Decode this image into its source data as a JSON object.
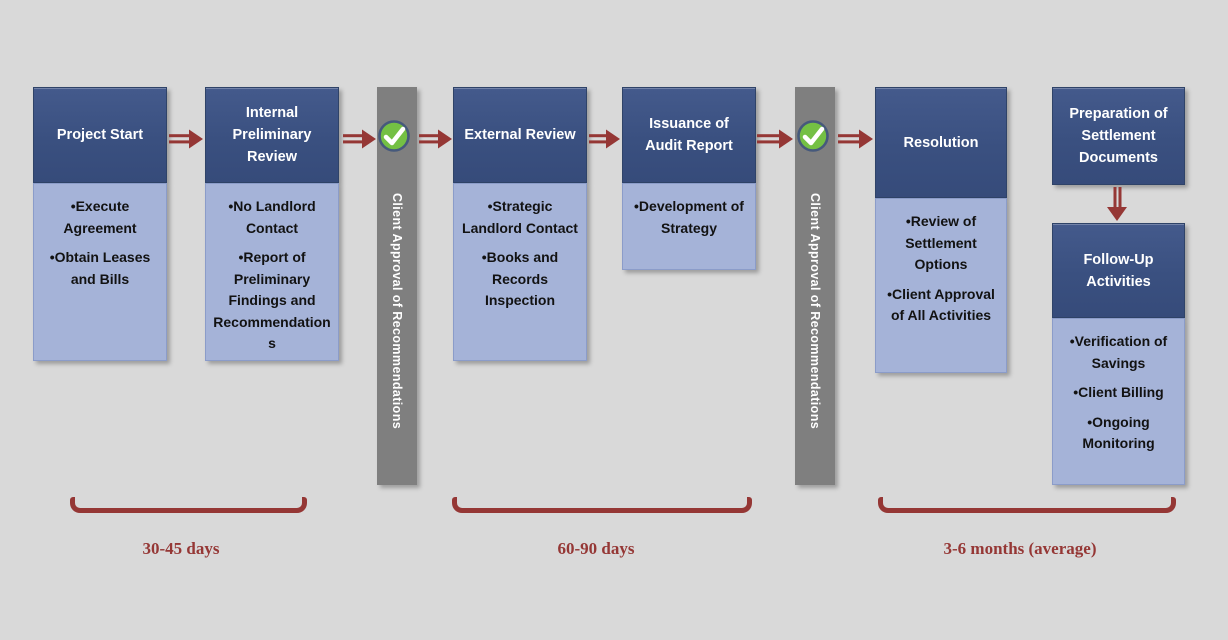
{
  "colors": {
    "background": "#d9d9d9",
    "header_blue": "#3a5080",
    "body_blue": "#a5b3d8",
    "gate_gray": "#7f7f7f",
    "accent_maroon": "#953735",
    "check_green": "#74c044",
    "check_ring": "#46597c"
  },
  "boxes": [
    {
      "title": "Project Start",
      "items": [
        "•Execute Agreement",
        "•Obtain Leases and Bills"
      ]
    },
    {
      "title": "Internal Preliminary Review",
      "items": [
        "•No Landlord Contact",
        "•Report of Preliminary Findings and Recommendations"
      ]
    },
    {
      "title": "External Review",
      "items": [
        "•Strategic Landlord Contact",
        "•Books and Records Inspection"
      ]
    },
    {
      "title": "Issuance of Audit Report",
      "items": [
        "•Development of Strategy"
      ]
    },
    {
      "title": "Resolution",
      "items": [
        "•Review of Settlement Options",
        "•Client Approval of All Activities"
      ]
    },
    {
      "title": "Preparation of Settlement Documents",
      "items": []
    },
    {
      "title": "Follow-Up Activities",
      "items": [
        "•Verification of Savings",
        "•Client Billing",
        "•Ongoing Monitoring"
      ]
    }
  ],
  "gates": [
    {
      "icon": "checkmark-icon",
      "label": "Client Approval of Recommendations"
    },
    {
      "icon": "checkmark-icon",
      "label": "Client Approval of Recommendations"
    }
  ],
  "timeline": [
    {
      "label": "30-45 days"
    },
    {
      "label": "60-90 days"
    },
    {
      "label": "3-6 months (average)"
    }
  ]
}
